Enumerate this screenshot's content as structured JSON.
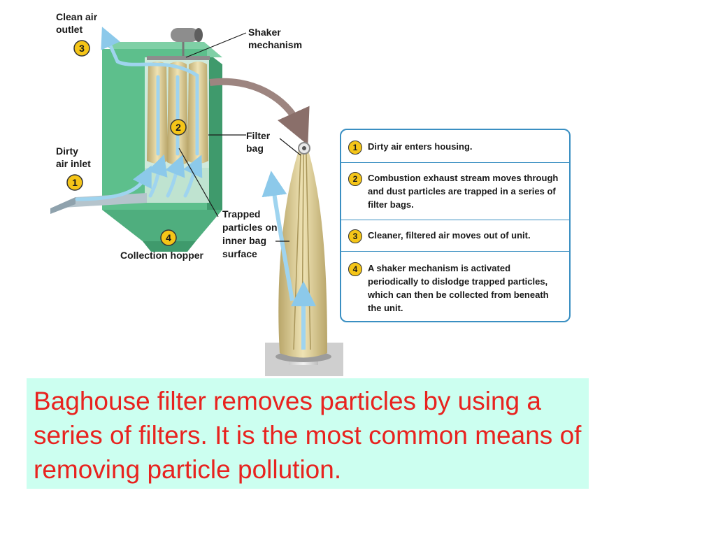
{
  "labels": {
    "clean_air_outlet": [
      "Clean air",
      "outlet"
    ],
    "shaker_mechanism": [
      "Shaker",
      "mechanism"
    ],
    "filter_bag": [
      "Filter",
      "bag"
    ],
    "dirty_air_inlet": [
      "Dirty",
      "air inlet"
    ],
    "trapped_particles": [
      "Trapped",
      "particles on",
      "inner bag",
      "surface"
    ],
    "collection_hopper": "Collection hopper"
  },
  "markers": {
    "m1": "1",
    "m2": "2",
    "m3": "3",
    "m4": "4"
  },
  "steps": [
    {
      "num": "1",
      "text": "Dirty air enters housing."
    },
    {
      "num": "2",
      "text": "Combustion exhaust stream moves through and dust particles are trapped in a series of filter bags."
    },
    {
      "num": "3",
      "text": "Cleaner, filtered air moves out of unit."
    },
    {
      "num": "4",
      "text": "A shaker mechanism is activated periodically to dislodge trapped particles, which can then be collected from beneath the unit."
    }
  ],
  "caption": "Baghouse filter removes particles by using a series of filters. It is the most common means of removing particle pollution.",
  "colors": {
    "housing": "#5dbf8c",
    "housing_dark": "#3f9a6c",
    "bag": "#d9c98e",
    "air": "#9fd4ef",
    "badge": "#f5c518",
    "box_border": "#3a8fc2",
    "caption_bg": "#ccfff0",
    "caption_text": "#e8231f"
  }
}
